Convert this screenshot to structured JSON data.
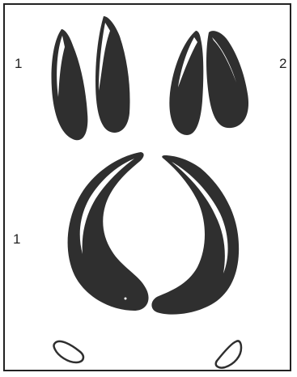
{
  "labels": {
    "top_left": "1",
    "top_right": "2",
    "middle_left": "1"
  },
  "colors": {
    "print_fill": "#2f2f2f",
    "highlight": "#ffffff",
    "frame": "#222222"
  }
}
